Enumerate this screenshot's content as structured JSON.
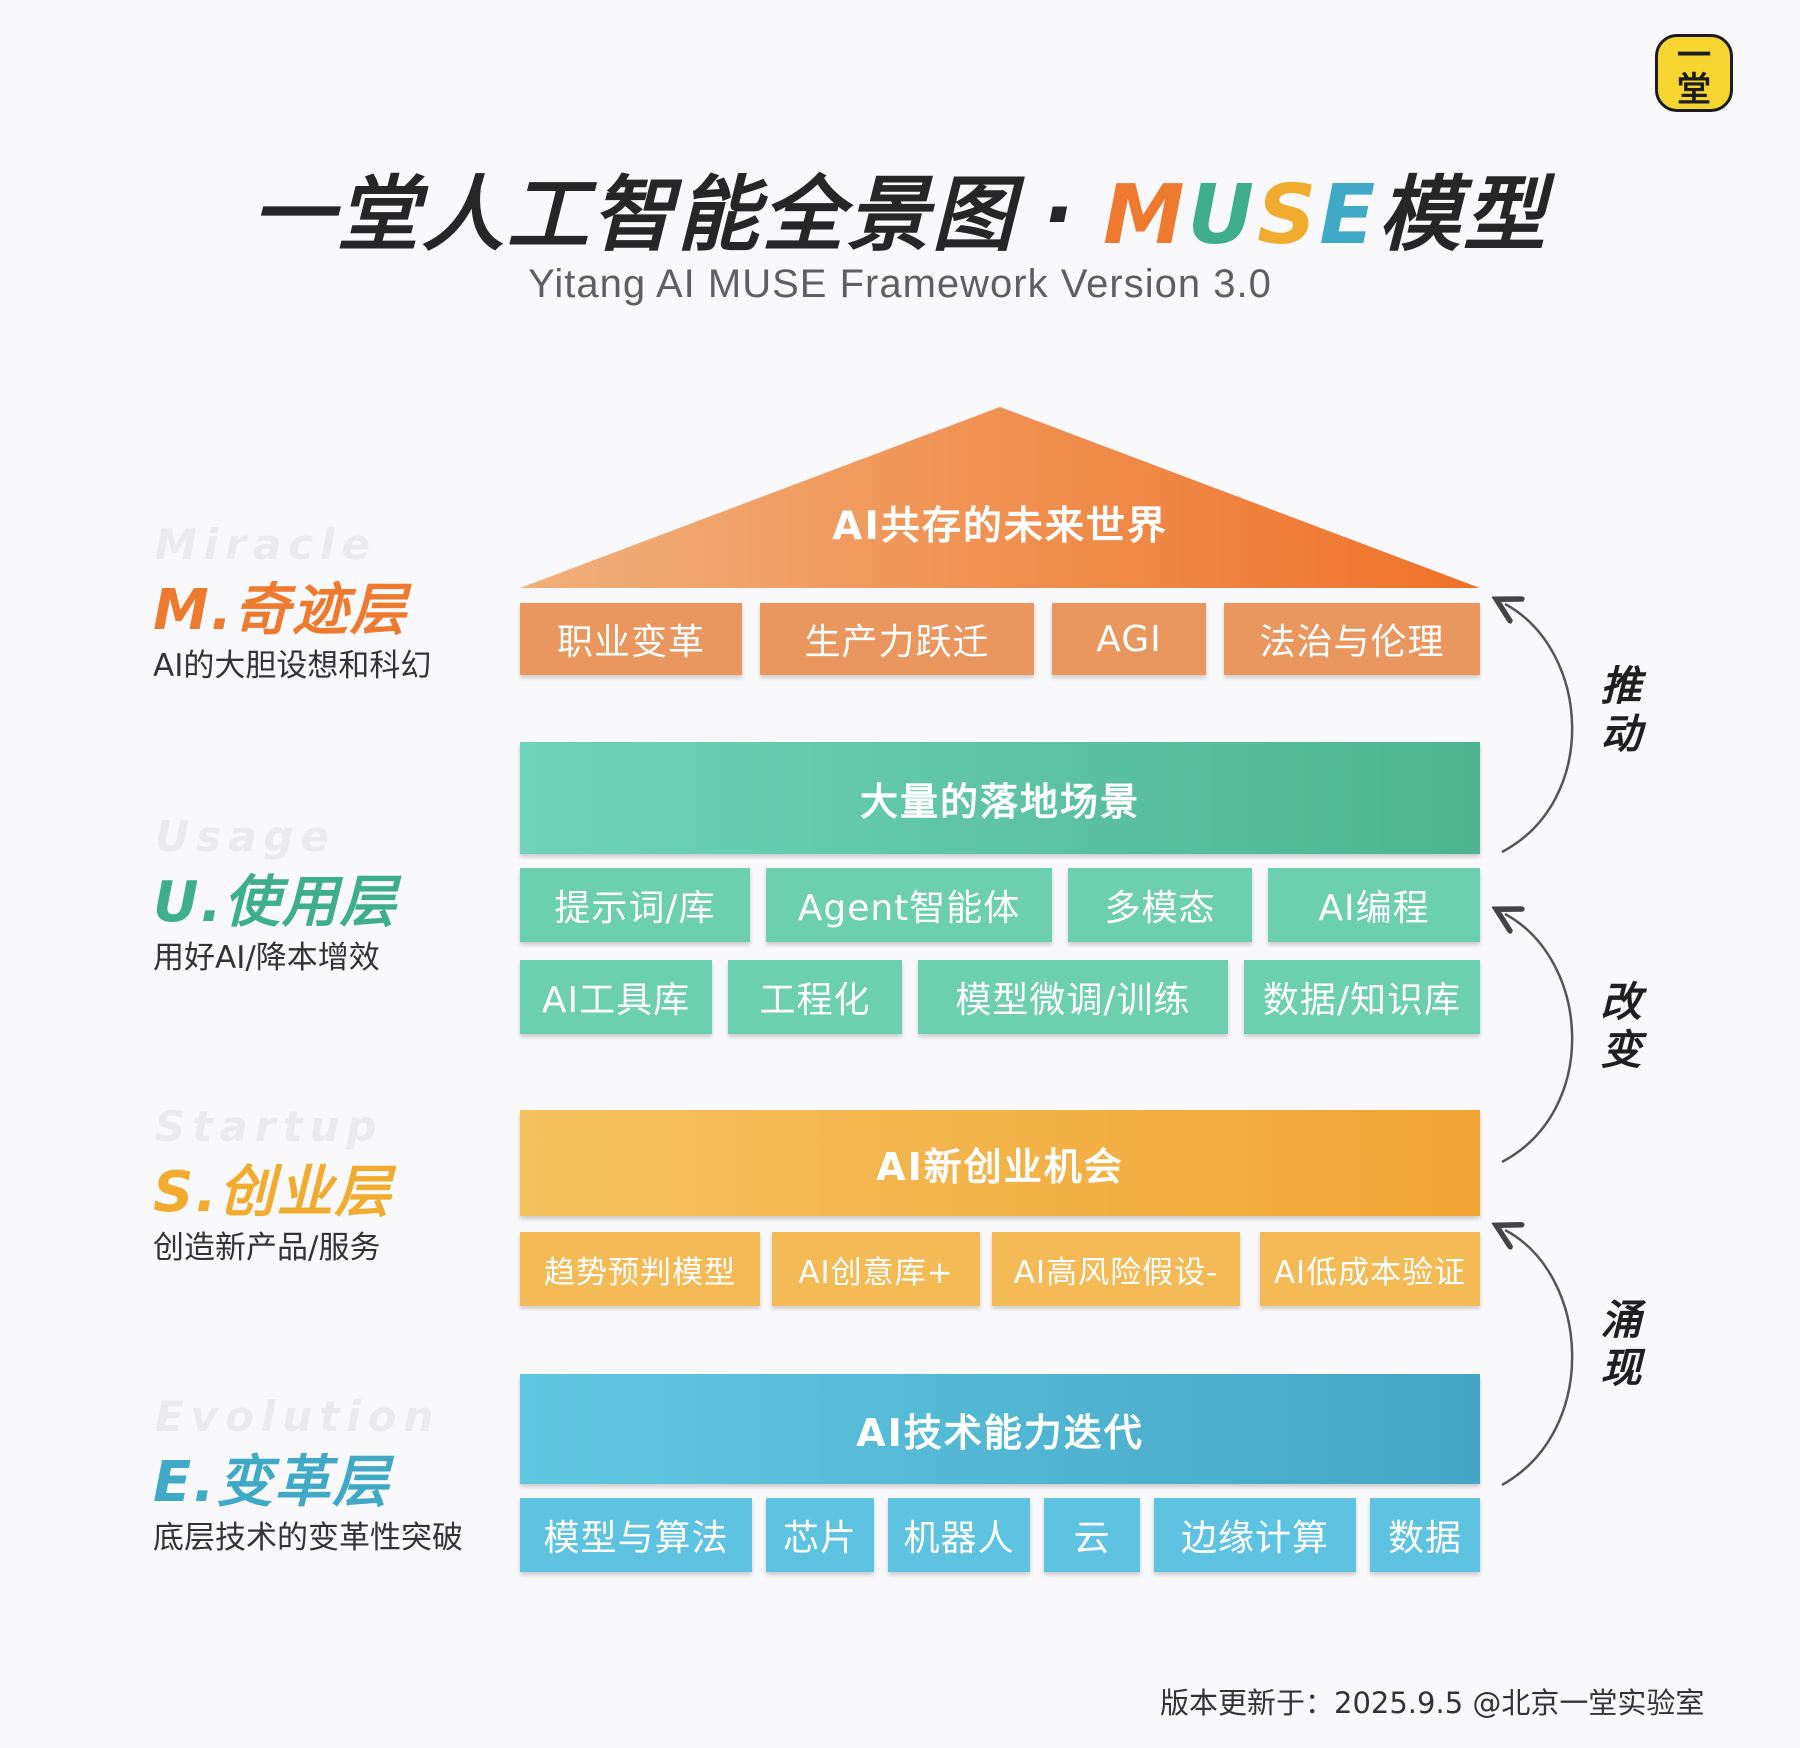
{
  "logo": {
    "line1": "一",
    "line2": "堂"
  },
  "title": {
    "main": "一堂人工智能全景图",
    "dot": "·",
    "muse": [
      "M",
      "U",
      "S",
      "E"
    ],
    "suffix": "模型"
  },
  "subtitle": "Yitang AI MUSE Framework Version 3.0",
  "colors": {
    "m": "#ee7a30",
    "u": "#3fae8a",
    "s": "#f1ac30",
    "e": "#3fa9c6"
  },
  "layers": {
    "m": {
      "ghost": "Miracle",
      "title": "M.奇迹层",
      "desc": "AI的大胆设想和科幻",
      "roof": "AI共存的未来世界",
      "chips": [
        "职业变革",
        "生产力跃迁",
        "AGI",
        "法治与伦理"
      ]
    },
    "u": {
      "ghost": "Usage",
      "title": "U.使用层",
      "desc": "用好AI/降本增效",
      "bar": "大量的落地场景",
      "row1": [
        "提示词/库",
        "Agent智能体",
        "多模态",
        "AI编程"
      ],
      "row2": [
        "AI工具库",
        "工程化",
        "模型微调/训练",
        "数据/知识库"
      ]
    },
    "s": {
      "ghost": "Startup",
      "title": "S.创业层",
      "desc": "创造新产品/服务",
      "bar": "AI新创业机会",
      "chips": [
        "趋势预判模型",
        "AI创意库+",
        "AI高风险假设-",
        "AI低成本验证"
      ]
    },
    "e": {
      "ghost": "Evolution",
      "title": "E.变革层",
      "desc": "底层技术的变革性突破",
      "bar": "AI技术能力迭代",
      "chips": [
        "模型与算法",
        "芯片",
        "机器人",
        "云",
        "边缘计算",
        "数据"
      ]
    }
  },
  "arrows": [
    {
      "chars": [
        "推",
        "动"
      ]
    },
    {
      "chars": [
        "改",
        "变"
      ]
    },
    {
      "chars": [
        "涌",
        "现"
      ]
    }
  ],
  "footer": "版本更新于：2025.9.5 @北京一堂实验室"
}
